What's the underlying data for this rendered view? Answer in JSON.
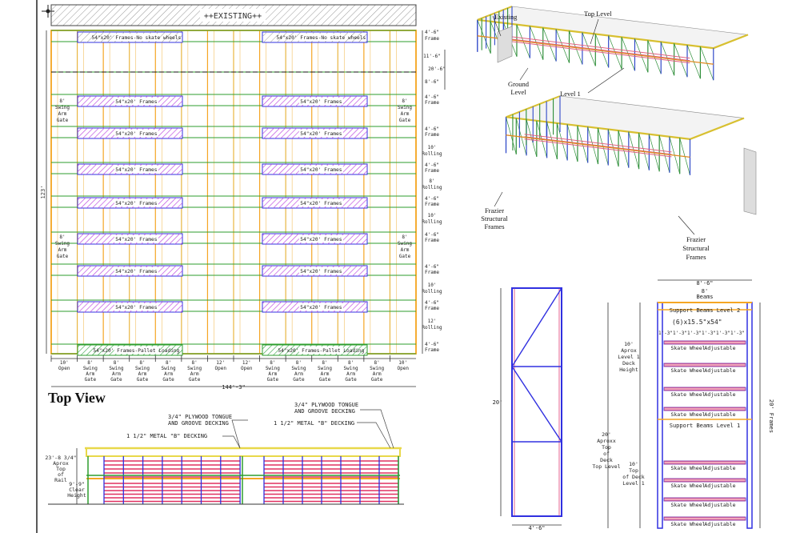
{
  "existing_label": "++EXISTING++",
  "title_top_view": "Top View",
  "labels_3d": {
    "existing": "Existing",
    "top_level": "Top Level",
    "ground_level_1": "Ground",
    "ground_level_2": "Level",
    "level_1": "Level 1",
    "frazier_left_1": "Frazier",
    "frazier_left_2": "Structural",
    "frazier_left_3": "Frames",
    "frazier_right_1": "Frazier",
    "frazier_right_2": "Structural",
    "frazier_right_3": "Frames"
  },
  "plan": {
    "overall_width": "144'-3\"",
    "overall_height": "123'",
    "row_labels": [
      "54\"x20' Frames-No skate wheels",
      "54\"x20' Frames",
      "54\"x20' Frames",
      "54\"x20' Frames",
      "54\"x20' Frames",
      "54\"x20' Frames",
      "54\"x20' Frames",
      "54\"x20' Frames",
      "54\"x20' Frames-Pallet Loading"
    ],
    "right_dims": [
      "4'-6\"",
      "Frame",
      "11'-6\"",
      "20'-6\"",
      "8'-6\"",
      "4'-6\"",
      "Frame",
      "4'-6\"",
      "Frame",
      "10'",
      "Rolling",
      "4'-6\"",
      "Frame",
      "8'",
      "Rolling",
      "4'-6\"",
      "Frame",
      "10'",
      "Rolling",
      "4'-6\"",
      "Frame",
      "4'-6\"",
      "Frame",
      "10'",
      "Rolling",
      "4'-6\"",
      "Frame",
      "12'",
      "Rolling",
      "4'-6\"",
      "Frame"
    ],
    "gate": [
      "8'",
      "Swing",
      "Arm",
      "Gate"
    ],
    "bottom_dims": [
      {
        "a": "10'",
        "b": "Open",
        "c": ""
      },
      {
        "a": "8'",
        "b": "Swing",
        "c": "Arm Gate"
      },
      {
        "a": "8'",
        "b": "Swing",
        "c": "Arm Gate"
      },
      {
        "a": "8'",
        "b": "Swing",
        "c": "Arm Gate"
      },
      {
        "a": "8'",
        "b": "Swing",
        "c": "Arm Gate"
      },
      {
        "a": "8'",
        "b": "Swing",
        "c": "Arm Gate"
      },
      {
        "a": "12'",
        "b": "Open",
        "c": ""
      },
      {
        "a": "12'",
        "b": "Open",
        "c": ""
      },
      {
        "a": "8'",
        "b": "Swing",
        "c": "Arm Gate"
      },
      {
        "a": "8'",
        "b": "Swing",
        "c": "Arm Gate"
      },
      {
        "a": "8'",
        "b": "Swing",
        "c": "Arm Gate"
      },
      {
        "a": "8'",
        "b": "Swing",
        "c": "Arm Gate"
      },
      {
        "a": "8'",
        "b": "Swing",
        "c": "Arm Gate"
      },
      {
        "a": "10'",
        "b": "Open",
        "c": ""
      }
    ]
  },
  "section": {
    "plywood_left_1": "3/4\" PLYWOOD TONGUE",
    "plywood_left_2": "AND GROOVE DECKING",
    "metal_left": "1 1/2\" METAL \"B\" DECKING",
    "plywood_right_1": "3/4\" PLYWOOD TONGUE",
    "plywood_right_2": "AND GROOVE DECKING",
    "metal_right": "1 1/2\" METAL \"B\" DECKING",
    "dim_top_1": "23'-8 3/4\"",
    "dim_top_2": "Aprox",
    "dim_top_3": "Top",
    "dim_top_4": "of",
    "dim_top_5": "Rail",
    "dim_clear_1": "9'-9\"",
    "dim_clear_2": "Clear",
    "dim_clear_3": "Height"
  },
  "frame_detail": {
    "height": "20'",
    "width": "4'-6\""
  },
  "elevation": {
    "width_1": "8'-6\"",
    "width_2": "8'",
    "width_3": "Beams",
    "support_level_2": "Support Beams Level 2",
    "spec": "(6)x15.5\"x54\"",
    "spacing": "1'-3\"",
    "skate_wheel": "Skate Wheel",
    "adjustable": "Adjustable",
    "support_level_1": "Support Beams Level 1",
    "dim_deck_1": "10'",
    "dim_deck_2": "Aprox",
    "dim_deck_3": "Level 1",
    "dim_deck_4": "Deck",
    "dim_deck_5": "Height",
    "dim_top_1": "20'",
    "dim_top_2": "Aproxx",
    "dim_top_3": "Top",
    "dim_top_4": "of",
    "dim_top_5": "Deck",
    "dim_top_6": "Top Level",
    "dim_lvl1_1": "10'",
    "dim_lvl1_2": "Top",
    "dim_lvl1_3": "of Deck",
    "dim_lvl1_4": "Level 1",
    "frames_height": "20' Frames"
  },
  "colors": {
    "frame_orange": "#f5a623",
    "beam_green": "#2e9e2e",
    "rail_yellow": "#e8d84a",
    "frame_blue": "#3030e0",
    "hatch_purple": "#b040d0",
    "wheel_red": "#e03060"
  }
}
